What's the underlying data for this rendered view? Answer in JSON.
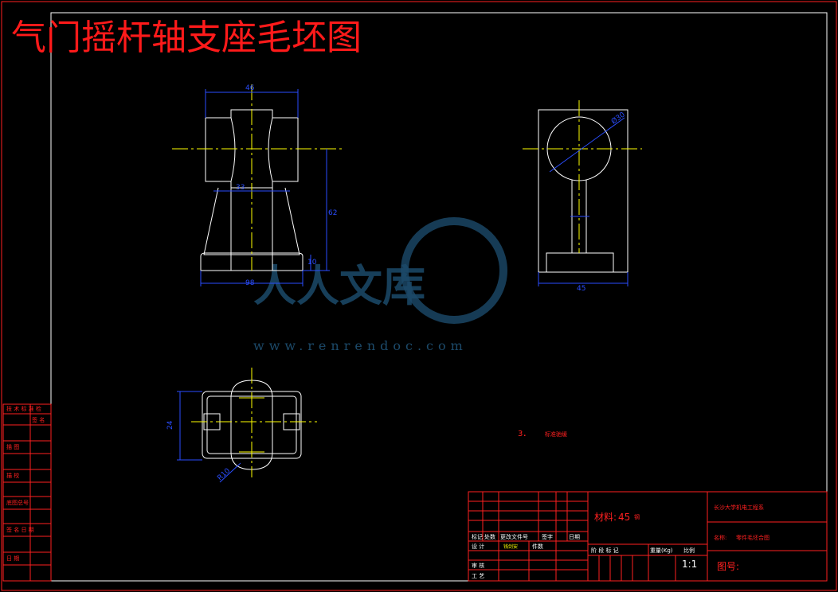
{
  "drawing": {
    "title": "气门摇杆轴支座毛坯图",
    "note": "3．",
    "note_text": "标准驰缓"
  },
  "dimensions": {
    "front_top_width": "46",
    "front_inner_width": "33",
    "front_height": "62",
    "front_base_height": "10",
    "front_bottom_width": "98",
    "side_diameter": "Ø30",
    "side_width": "45",
    "top_height": "24",
    "top_radius": "R10"
  },
  "title_block": {
    "material_label": "材料:",
    "material_value": "45",
    "material_suffix": "钢",
    "school": "长沙大学机电工程系",
    "name_label": "名称:",
    "name_value": "零件毛坯合图",
    "drawing_no_label": "图号:",
    "weight_label": "重量(Kg)",
    "scale_label": "比例",
    "scale_value": "1:1",
    "row_labels": [
      "设 计",
      "审 核",
      "工 艺"
    ],
    "designer": "钱剑安",
    "count_label": "件数",
    "col_labels": [
      "标记",
      "处数",
      "更改文件号",
      "签字",
      "日期"
    ],
    "mid_labels": [
      "阶 段 标 记"
    ]
  },
  "left_strip": {
    "labels": [
      "技 术 标 准 检",
      "描 图",
      "描 校",
      "底图总号",
      "签 名 日 期",
      "日 期",
      "签 名"
    ]
  },
  "watermark": {
    "text": "人人文库",
    "url": "www.renrendoc.com"
  }
}
